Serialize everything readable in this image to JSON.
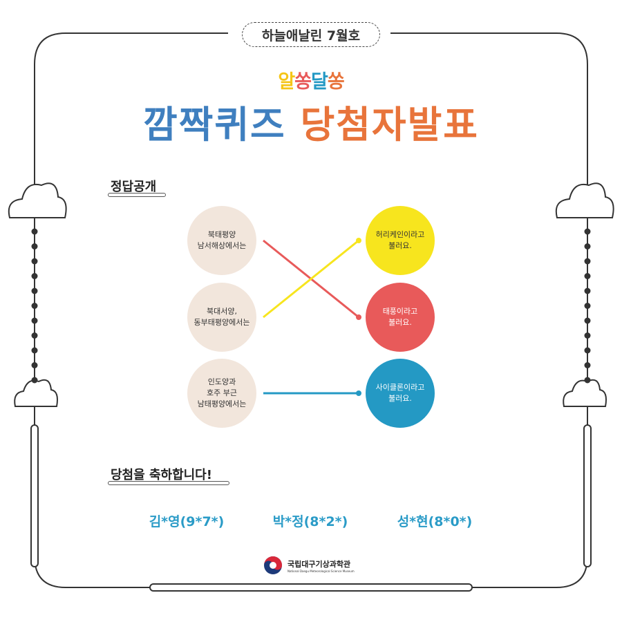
{
  "issue_label": "하늘애날린 7월호",
  "subtitle": [
    "알",
    "쏭",
    "달",
    "쏭"
  ],
  "title": {
    "part1": "깜짝퀴즈",
    "part2": "당첨자발표"
  },
  "colors": {
    "blue": "#3f7fbf",
    "orange": "#e8743b",
    "yellow": "#f7e51e",
    "red": "#e85a5a",
    "teal": "#2499c4",
    "beige": "#f2e6dc"
  },
  "answer_section": {
    "heading": "정답공개",
    "left": [
      "북태평양\n남서해상에서는",
      "북대서양,\n동부태평양에서는",
      "인도양과\n호주 부근\n남태평양에서는"
    ],
    "right": [
      "허리케인이라고\n불러요.",
      "태풍이라고\n불러요.",
      "사이클론이라고\n불러요."
    ]
  },
  "winners_section": {
    "heading": "당첨을 축하합니다!",
    "winners": [
      "김*영(9*7*)",
      "박*정(8*2*)",
      "성*현(8*0*)"
    ]
  },
  "footer": {
    "org_kr": "국립대구기상과학관",
    "org_en": "National Daegu Meteorological Science Museum"
  }
}
